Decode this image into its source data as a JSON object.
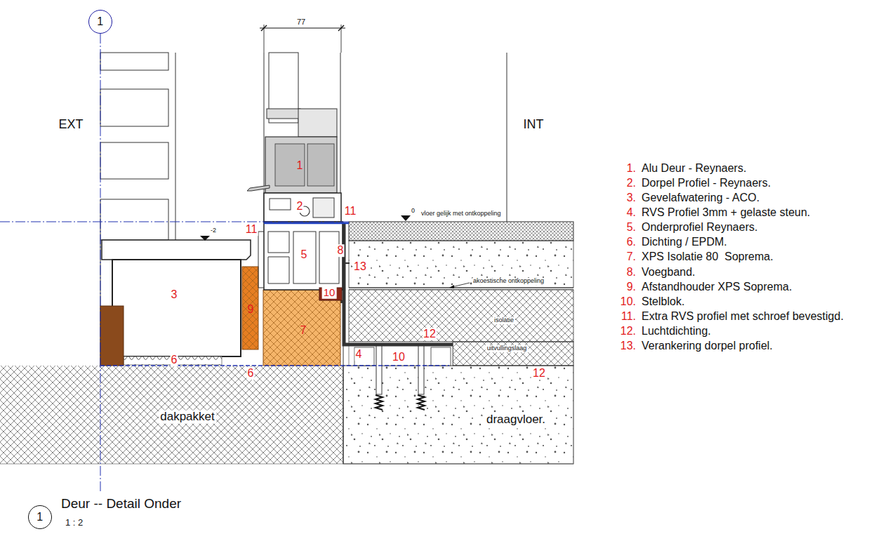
{
  "diagram": {
    "title": "Deur -- Detail Onder",
    "nodes": [
      {
        "text": [
          "1"
        ]
      },
      {
        "text": [
          "1"
        ]
      },
      {
        "text": [
          "3"
        ]
      },
      {
        "text": [
          "5"
        ]
      },
      {
        "text": [
          "9"
        ]
      },
      {
        "text": [
          "7"
        ]
      },
      {
        "text": [
          "10"
        ]
      },
      {
        "text": [
          "isolatie"
        ]
      },
      {
        "text": [
          "uitvullingslaag"
        ]
      },
      {
        "text": [
          "dakpakket"
        ]
      },
      {
        "text": [
          "draagvloer."
        ]
      },
      {
        "text": [
          "1"
        ]
      }
    ],
    "labels": [
      "EXT",
      "INT",
      "77",
      "0",
      "vloer gelijk met ontkoppeling",
      "-2",
      "2",
      "11",
      "11",
      "8",
      "13",
      "akoestische ontkoppeling",
      "12",
      "4",
      "10",
      "12",
      "6",
      "6",
      "1 : 2",
      "1.",
      "Alu Deur - Reynaers.",
      "2.",
      "Dorpel Profiel - Reynaers.",
      "3.",
      "Gevelafwatering - ACO.",
      "4.",
      "RVS Profiel 3mm + gelaste steun.",
      "5.",
      "Onderprofiel Reynaers.",
      "6.",
      "Dichting / EPDM.",
      "7.",
      "XPS Isolatie 80  Soprema.",
      "8.",
      "Voegband.",
      "9.",
      "Afstandhouder XPS Soprema.",
      "10.",
      "Stelblok.",
      "11.",
      "Extra RVS profiel met schroef bevestigd.",
      "12.",
      "Luchtdichting.",
      "13.",
      "Verankering dorpel profiel."
    ]
  }
}
